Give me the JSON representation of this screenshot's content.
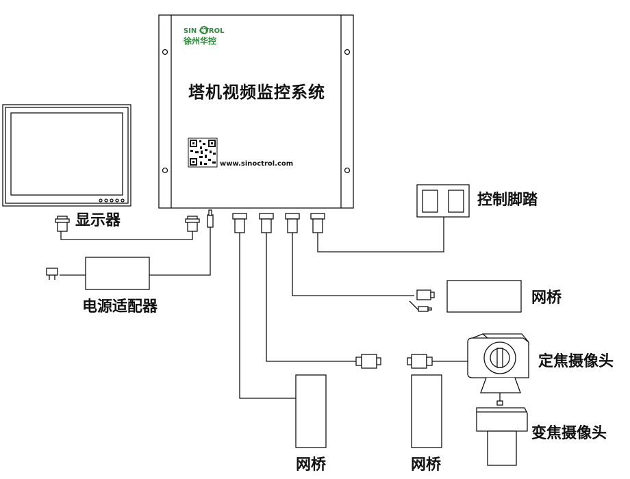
{
  "controller": {
    "brand_en": "SIN   CTROL",
    "brand_cn": "徐州华控",
    "title": "塔机视频监控系统",
    "url": "www.sinoctrol.com"
  },
  "labels": {
    "monitor": "显示器",
    "power_adapter": "电源适配器",
    "foot_control": "控制脚踏",
    "bridge_right": "网桥",
    "fixed_camera": "定焦摄像头",
    "zoom_camera": "变焦摄像头",
    "bridge_bottom_1": "网桥",
    "bridge_bottom_2": "网桥"
  },
  "colors": {
    "brand": "#2f8a3c",
    "line": "#111111"
  }
}
